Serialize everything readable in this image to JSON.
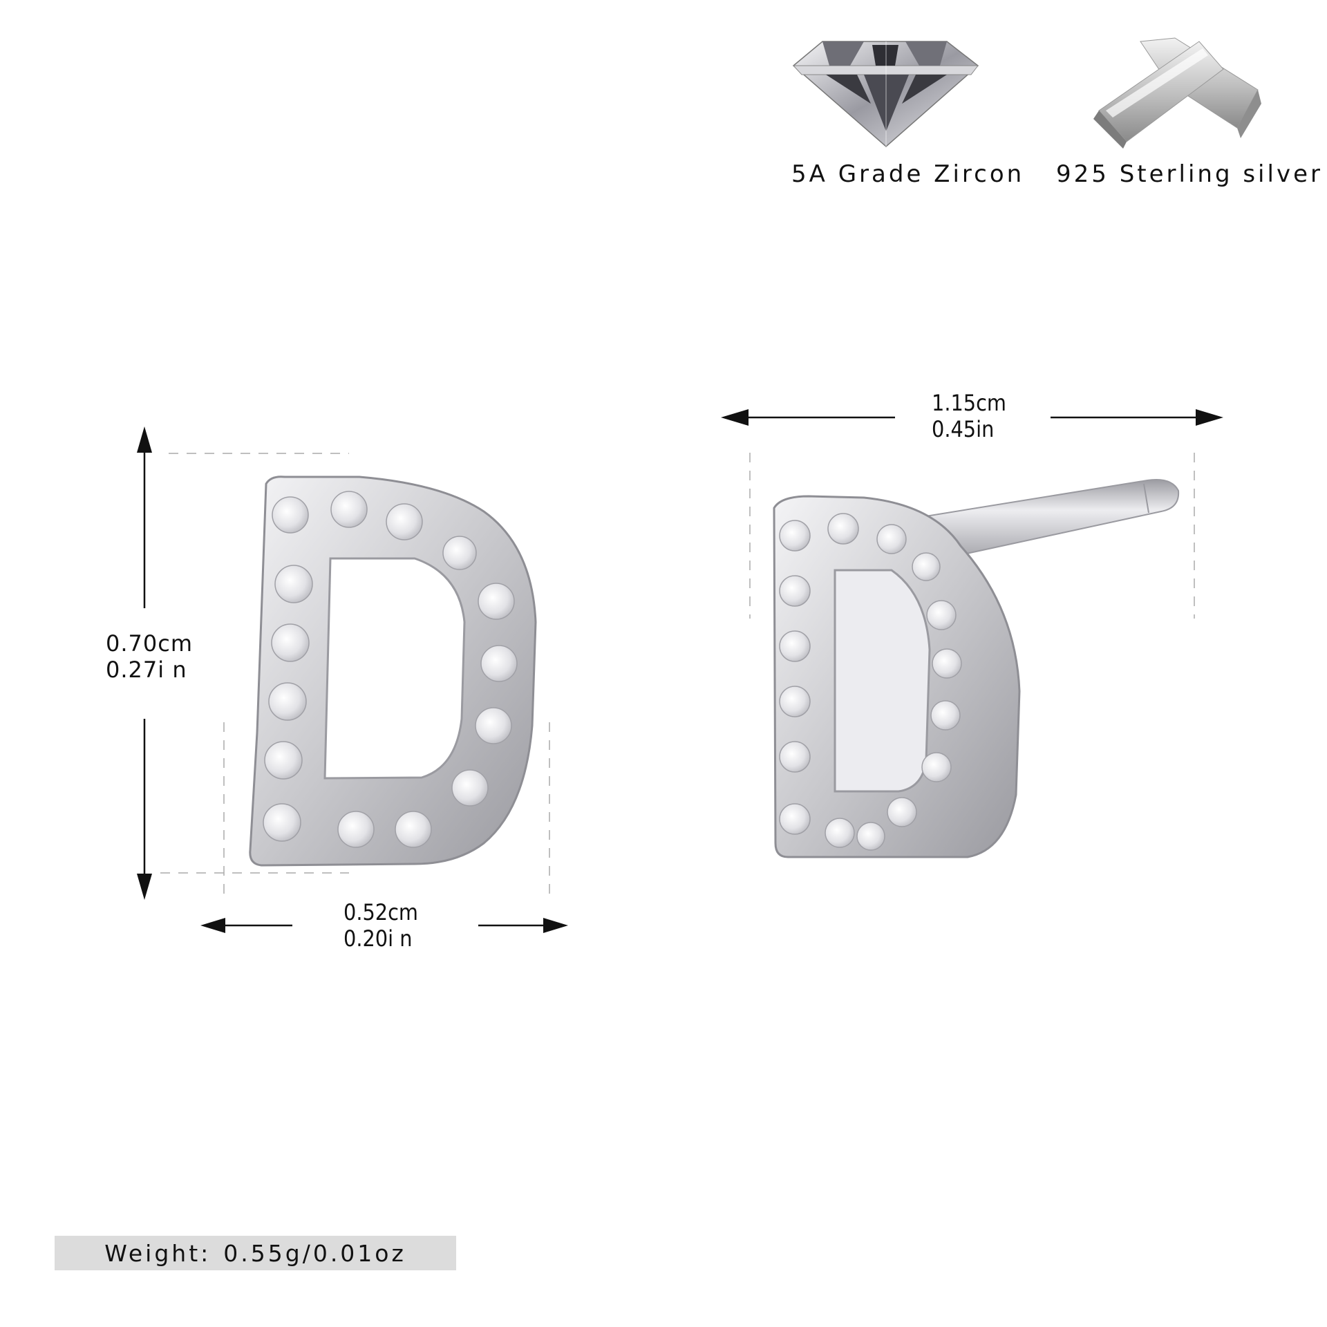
{
  "features": [
    {
      "icon": "diamond-icon",
      "label": "5A Grade Zircon"
    },
    {
      "icon": "silver-bars-icon",
      "label": "925 Sterling silver"
    }
  ],
  "dimensions": {
    "height": {
      "cm": "0.70cm",
      "in": "0.27i n"
    },
    "width": {
      "cm": "0.52cm",
      "in": "0.20i n"
    },
    "length": {
      "cm": "1.15cm",
      "in": "0.45in"
    }
  },
  "weight": {
    "label": "Weight:",
    "value": "0.55g/0.01oz"
  },
  "product": {
    "letter": "D",
    "colors": {
      "silver": "#c9c9cc",
      "silver_dark": "#8d8d92",
      "background": "#ffffff",
      "weight_box": "#dcdcdc",
      "arrow": "#111111",
      "dashed": "#aaaaaa"
    }
  }
}
